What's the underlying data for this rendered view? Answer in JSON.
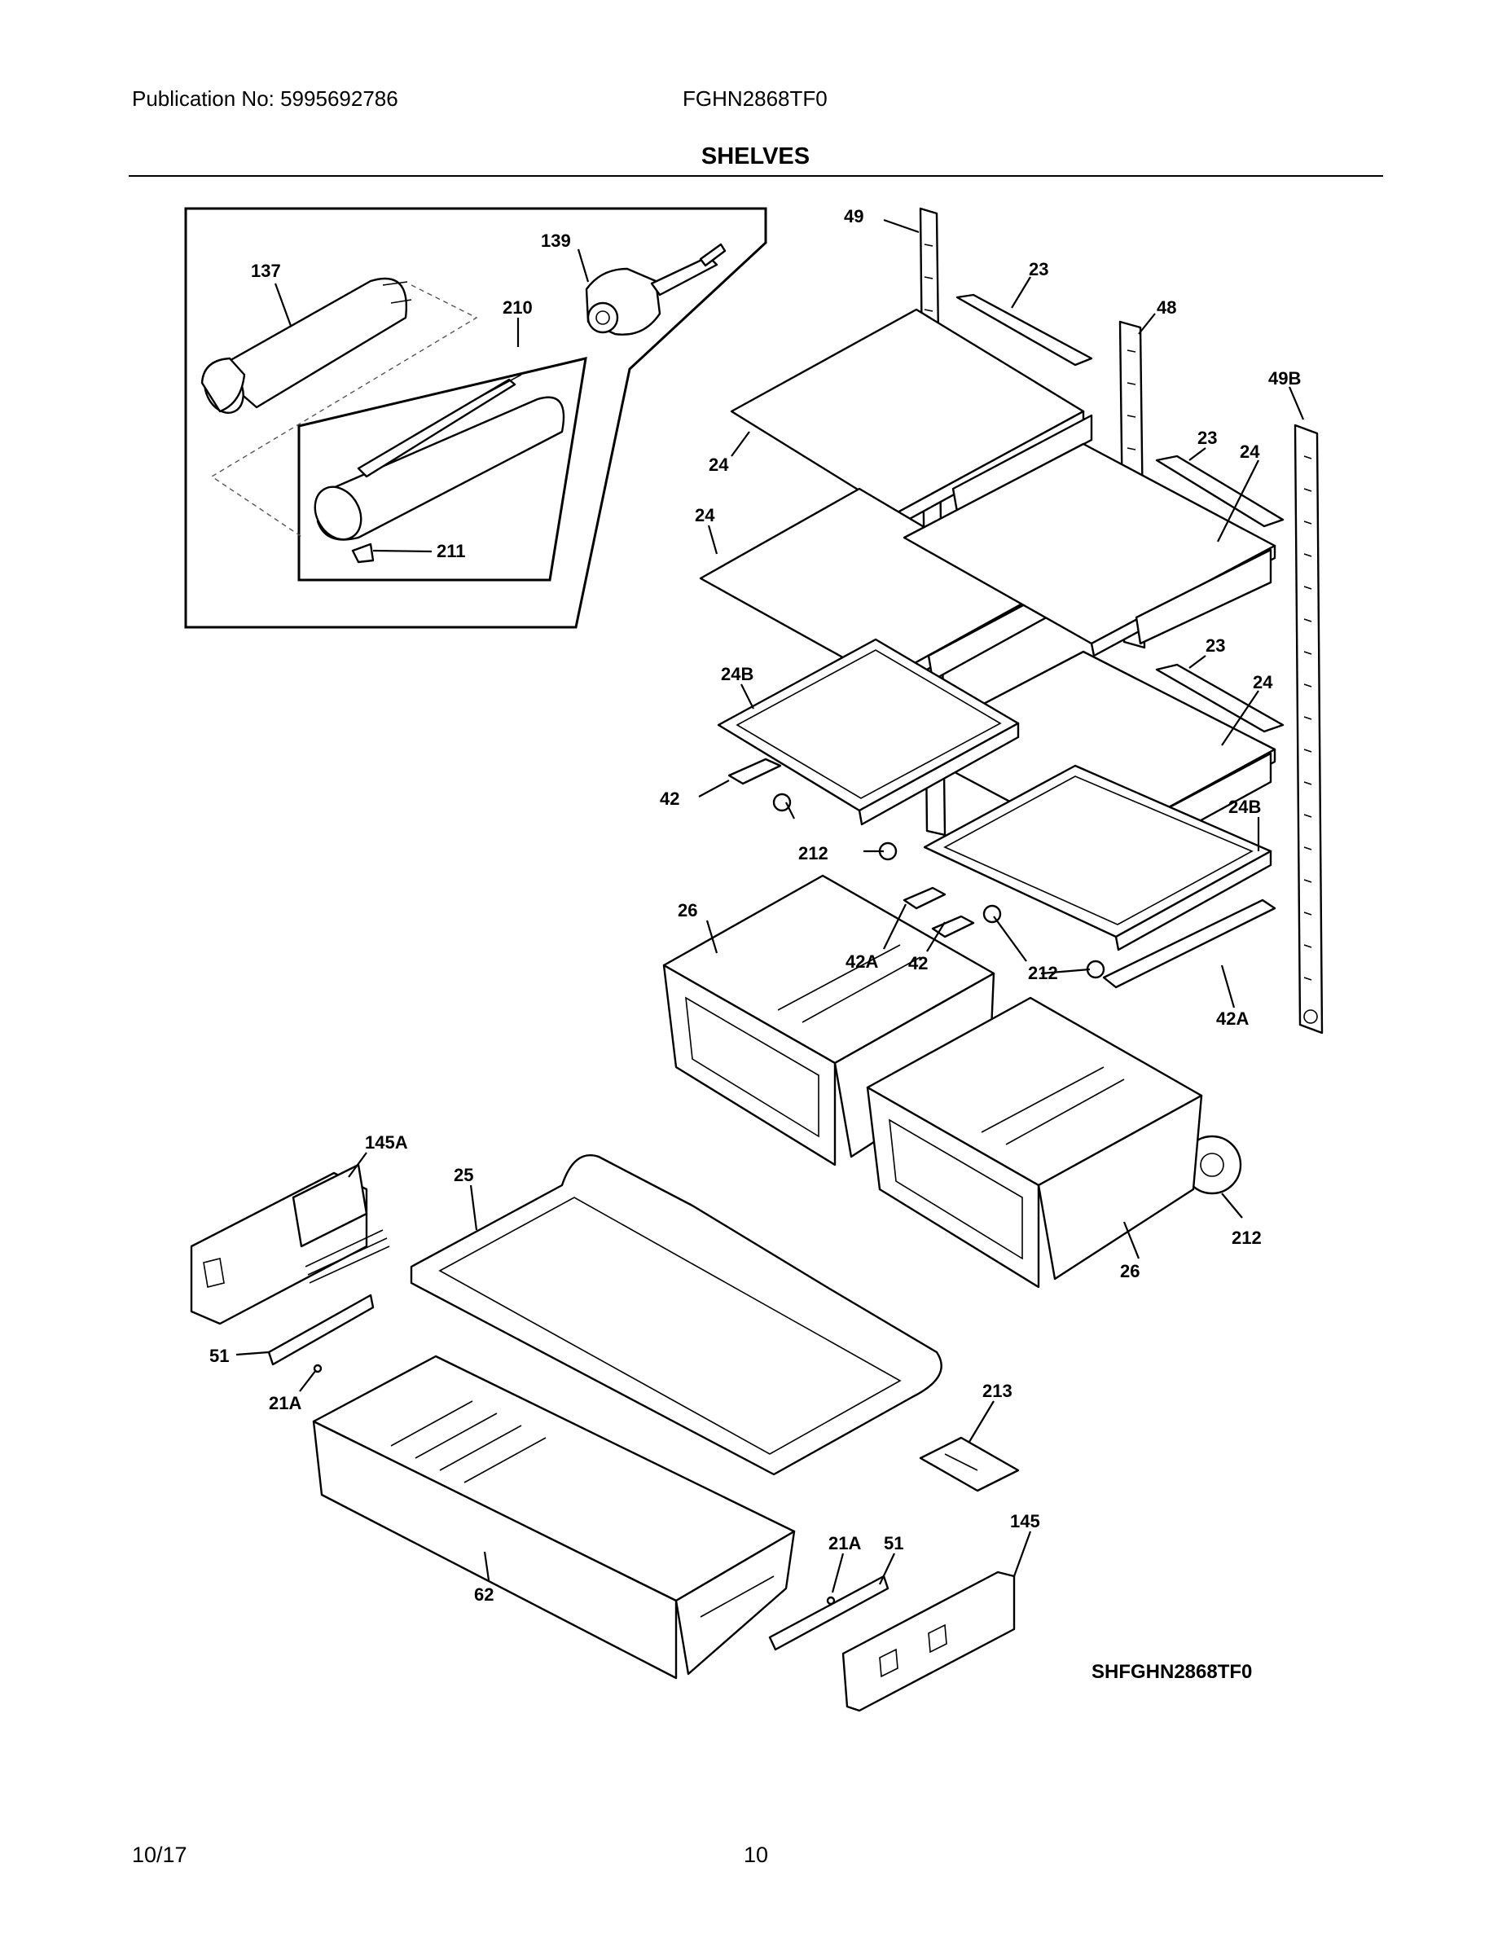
{
  "header": {
    "publication": "Publication No: 5995692786",
    "model": "FGHN2868TF0",
    "title": "SHELVES"
  },
  "diagram_code": "SHFGHN2868TF0",
  "footer": {
    "date": "10/17",
    "page": "10"
  },
  "callouts": {
    "c137": "137",
    "c139": "139",
    "c210": "210",
    "c211": "211",
    "c49": "49",
    "c23a": "23",
    "c48": "48",
    "c49b": "49B",
    "c24a": "24",
    "c23b": "23",
    "c24b": "24",
    "c24c": "24",
    "c23c": "23",
    "c24d": "24",
    "c24ba": "24B",
    "c42a": "42",
    "c212a": "212",
    "c24bb": "24B",
    "c26a": "26",
    "c42aa": "42A",
    "c42b": "42",
    "c212b": "212",
    "c42ab": "42A",
    "c145a": "145A",
    "c25": "25",
    "c26b": "26",
    "c212c": "212",
    "c51a": "51",
    "c21aa": "21A",
    "c213": "213",
    "c145": "145",
    "c21ab": "21A",
    "c51b": "51",
    "c62": "62"
  }
}
